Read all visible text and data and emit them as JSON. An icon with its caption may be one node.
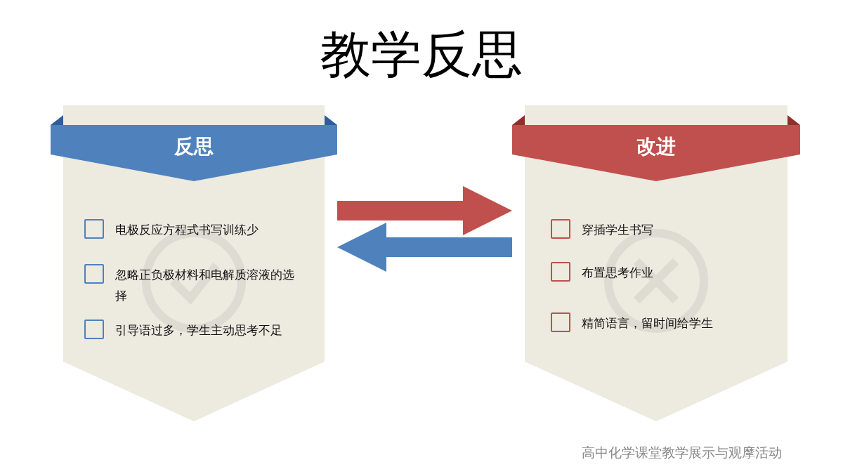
{
  "diagram": {
    "title": "教学反思",
    "nodes": [
      {
        "text": [
          "反思"
        ]
      },
      {
        "text": [
          "电极反应方程式书写训练少"
        ],
        "in": 0
      },
      {
        "text": [
          "忽略正负极材料和电解质溶液的选择"
        ],
        "in": 0
      },
      {
        "text": [
          "引导语过多，学生主动思考不足"
        ],
        "in": 0
      },
      {
        "text": [
          "改进"
        ]
      },
      {
        "text": [
          "穿插学生书写"
        ],
        "in": 4
      },
      {
        "text": [
          "布置思考作业"
        ],
        "in": 4
      },
      {
        "text": [
          "精简语言，留时间给学生"
        ],
        "in": 4
      }
    ],
    "edges": [
      {
        "from": 0,
        "to": 4,
        "arrow": "to",
        "color": "#c0504d"
      },
      {
        "from": 4,
        "to": 0,
        "arrow": "to",
        "color": "#4f81bd"
      }
    ],
    "labels": [
      "高中化学课堂教学展示与观摩活动"
    ]
  }
}
